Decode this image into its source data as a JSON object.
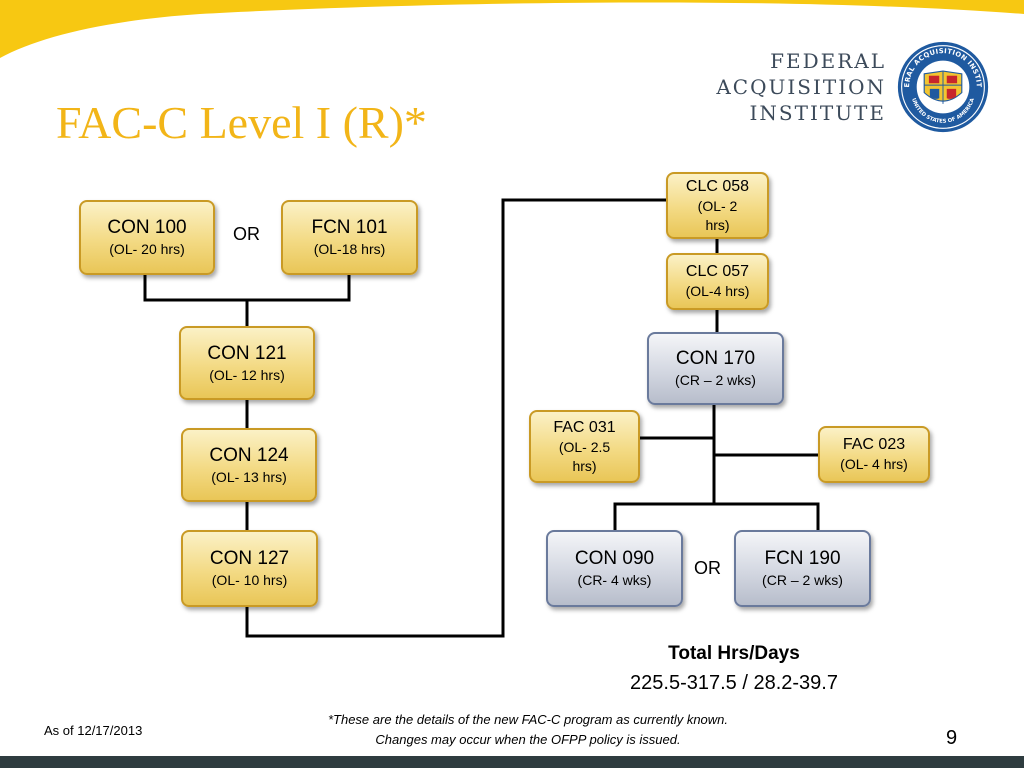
{
  "slide": {
    "title": "FAC-C Level I (R)*",
    "org_name_lines": [
      "FEDERAL",
      "ACQUISITION",
      "INSTITUTE"
    ],
    "seal": {
      "outer_text": "FEDERAL ACQUISITION INSTITUTE",
      "bottom_text": "UNITED STATES OF AMERICA"
    },
    "colors": {
      "accent_gold": "#f2b518",
      "course_gold": "#f3da84",
      "course_silver": "#d3d7e1",
      "footer_bar": "#2e3c3f"
    }
  },
  "diagram": {
    "left_column": {
      "con100": {
        "code": "CON 100",
        "duration": "(OL- 20 hrs)"
      },
      "or": "OR",
      "fcn101": {
        "code": "FCN 101",
        "duration": "(OL-18 hrs)"
      },
      "con121": {
        "code": "CON 121",
        "duration": "(OL- 12 hrs)"
      },
      "con124": {
        "code": "CON 124",
        "duration": "(OL- 13 hrs)"
      },
      "con127": {
        "code": "CON 127",
        "duration": "(OL- 10 hrs)"
      }
    },
    "right_column": {
      "clc058": {
        "code": "CLC 058",
        "duration_lines": [
          "(OL- 2",
          "hrs)"
        ]
      },
      "clc057": {
        "code": "CLC 057",
        "duration": "(OL-4 hrs)"
      },
      "con170": {
        "code": "CON 170",
        "duration": "(CR – 2 wks)"
      },
      "fac031": {
        "code": "FAC 031",
        "duration_lines": [
          "(OL- 2.5",
          "hrs)"
        ]
      },
      "fac023": {
        "code": "FAC 023",
        "duration": "(OL- 4 hrs)"
      },
      "con090": {
        "code": "CON 090",
        "duration": "(CR- 4 wks)"
      },
      "or": "OR",
      "fcn190": {
        "code": "FCN 190",
        "duration": "(CR – 2 wks)"
      }
    },
    "total": {
      "label": "Total Hrs/Days",
      "value": "225.5-317.5 / 28.2-39.7"
    }
  },
  "footer": {
    "as_of": "As of 12/17/2013",
    "note_lines": [
      "*These are the details of the new FAC-C program as currently known.",
      "Changes may occur when the OFPP policy is issued."
    ],
    "page_number": "9"
  }
}
